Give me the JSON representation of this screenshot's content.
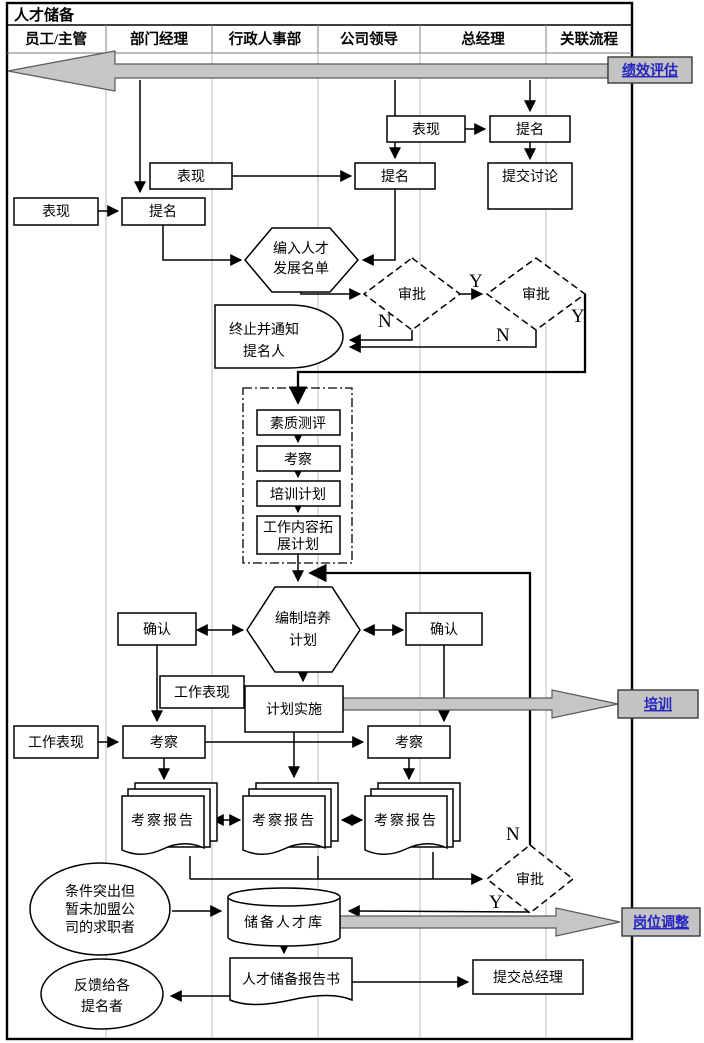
{
  "title": "人才储备",
  "lanes": [
    "员工/主管",
    "部门经理",
    "行政人事部",
    "公司领导",
    "总经理",
    "关联流程"
  ],
  "related_processes": {
    "performance_eval": "绩效评估",
    "training": "培训",
    "job_adjustment": "岗位调整"
  },
  "flow_labels": {
    "yes": "Y",
    "no": "N"
  },
  "nodes": {
    "performance_top": "表现",
    "nomination_top": "提名",
    "submit_discussion": "提交讨论",
    "performance_mid": "表现",
    "nomination_mid": "提名",
    "performance_low": "表现",
    "nomination_low": "提名",
    "talent_list": [
      "编入人才",
      "发展名单"
    ],
    "approval1": "审批",
    "approval2": "审批",
    "approval3": "审批",
    "terminate": [
      "终止并通知",
      "提名人"
    ],
    "quality_assessment": "素质测评",
    "inspection_dev": "考察",
    "training_plan": "培训计划",
    "work_expansion": [
      "工作内容拓",
      "展计划"
    ],
    "develop_plan": [
      "编制培养",
      "计划"
    ],
    "confirm_left": "确认",
    "confirm_right": "确认",
    "plan_implementation": "计划实施",
    "work_performance_upper": "工作表现",
    "work_performance_lower": "工作表现",
    "inspection_left": "考察",
    "inspection_right": "考察",
    "report1": "考察报告",
    "report2": "考察报告",
    "report3": "考察报告",
    "candidates": [
      "条件突出但",
      "暂未加盟公",
      "司的求职者"
    ],
    "talent_pool": "储备人才库",
    "reserve_report": "人才储备报告书",
    "submit_gm": "提交总经理",
    "feedback": [
      "反馈给各",
      "提名者"
    ]
  },
  "colors": {
    "link_blue": "#2323c2",
    "arrow_gray": "#c6c6c6",
    "grid_gray": "#b5b5b5"
  }
}
